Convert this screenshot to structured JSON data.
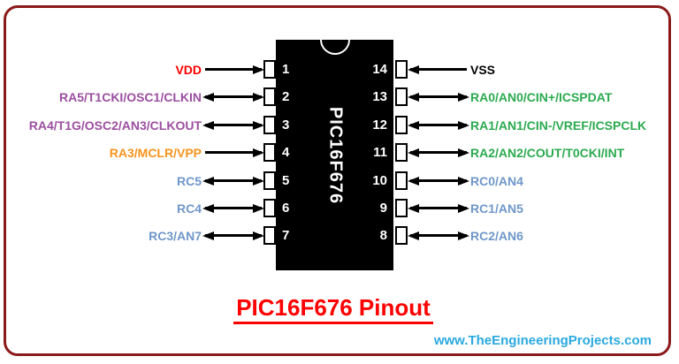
{
  "frame": {
    "border_color": "#8b1a1a"
  },
  "chip": {
    "label": "PIC16F676",
    "body_color": "#000000",
    "label_color": "#ffffff"
  },
  "pins": {
    "left": [
      {
        "number": "1",
        "label": "VDD",
        "color": "#fe0000",
        "arrow": "to-chip"
      },
      {
        "number": "2",
        "label": "RA5/T1CKI/OSC1/CLKIN",
        "color": "#9b4fa0",
        "arrow": "both"
      },
      {
        "number": "3",
        "label": "RA4/T1G/OSC2/AN3/CLKOUT",
        "color": "#9b4fa0",
        "arrow": "both"
      },
      {
        "number": "4",
        "label": "RA3/MCLR/VPP",
        "color": "#f7941e",
        "arrow": "to-chip"
      },
      {
        "number": "5",
        "label": "RC5",
        "color": "#6f97c9",
        "arrow": "both"
      },
      {
        "number": "6",
        "label": "RC4",
        "color": "#6f97c9",
        "arrow": "both"
      },
      {
        "number": "7",
        "label": "RC3/AN7",
        "color": "#6f97c9",
        "arrow": "both"
      }
    ],
    "right": [
      {
        "number": "14",
        "label": "VSS",
        "color": "#000000",
        "arrow": "to-chip"
      },
      {
        "number": "13",
        "label": "RA0/AN0/CIN+/ICSPDAT",
        "color": "#2baa4f",
        "arrow": "both"
      },
      {
        "number": "12",
        "label": "RA1/AN1/CIN-/VREF/ICSPCLK",
        "color": "#2baa4f",
        "arrow": "both"
      },
      {
        "number": "11",
        "label": "RA2/AN2/COUT/T0CKI/INT",
        "color": "#2baa4f",
        "arrow": "both"
      },
      {
        "number": "10",
        "label": "RC0/AN4",
        "color": "#6f97c9",
        "arrow": "both"
      },
      {
        "number": "9",
        "label": "RC1/AN5",
        "color": "#6f97c9",
        "arrow": "both"
      },
      {
        "number": "8",
        "label": "RC2/AN6",
        "color": "#6f97c9",
        "arrow": "both"
      }
    ]
  },
  "title": {
    "text": "PIC16F676 Pinout",
    "color": "#fe0000"
  },
  "website": {
    "text": "www.TheEngineeringProjects.com",
    "color": "#29a9e0"
  }
}
